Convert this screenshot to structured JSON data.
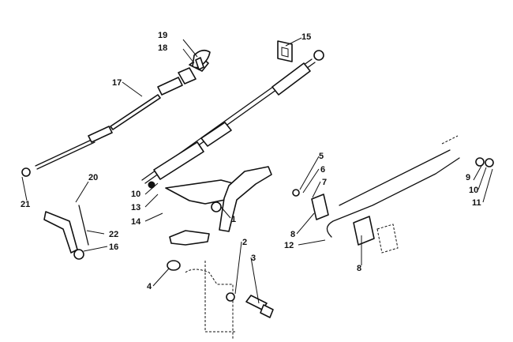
{
  "callouts": [
    {
      "id": "c1",
      "text": "1"
    },
    {
      "id": "c2",
      "text": "2"
    },
    {
      "id": "c3",
      "text": "3"
    },
    {
      "id": "c4",
      "text": "4"
    },
    {
      "id": "c5",
      "text": "5"
    },
    {
      "id": "c6",
      "text": "6"
    },
    {
      "id": "c7",
      "text": "7"
    },
    {
      "id": "c8a",
      "text": "8"
    },
    {
      "id": "c8b",
      "text": "8"
    },
    {
      "id": "c9",
      "text": "9"
    },
    {
      "id": "c10a",
      "text": "10"
    },
    {
      "id": "c10b",
      "text": "10"
    },
    {
      "id": "c11",
      "text": "11"
    },
    {
      "id": "c12",
      "text": "12"
    },
    {
      "id": "c13",
      "text": "13"
    },
    {
      "id": "c14",
      "text": "14"
    },
    {
      "id": "c15",
      "text": "15"
    },
    {
      "id": "c16",
      "text": "16"
    },
    {
      "id": "c17",
      "text": "17"
    },
    {
      "id": "c18",
      "text": "18"
    },
    {
      "id": "c19",
      "text": "19"
    },
    {
      "id": "c20",
      "text": "20"
    },
    {
      "id": "c21",
      "text": "21"
    },
    {
      "id": "c22",
      "text": "22"
    }
  ]
}
